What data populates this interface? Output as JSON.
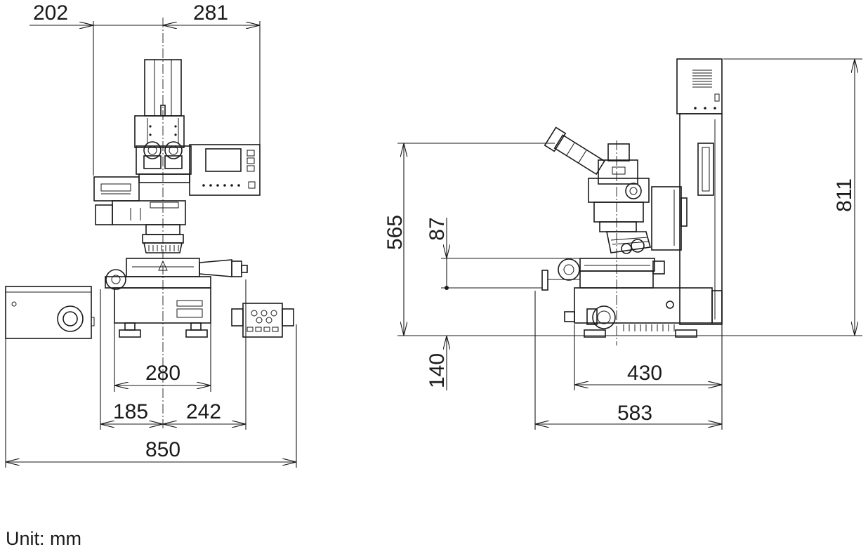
{
  "front_view": {
    "dims": {
      "left_offset": "202",
      "right_offset": "281",
      "base_width": "280",
      "left_reach": "185",
      "right_reach": "242",
      "overall_width": "850"
    }
  },
  "side_view": {
    "dims": {
      "eyepiece_height": "565",
      "stage_height": "87",
      "foot_offset": "140",
      "base_depth": "430",
      "overall_depth": "583",
      "overall_height": "811"
    }
  },
  "unit_label": "Unit: mm"
}
